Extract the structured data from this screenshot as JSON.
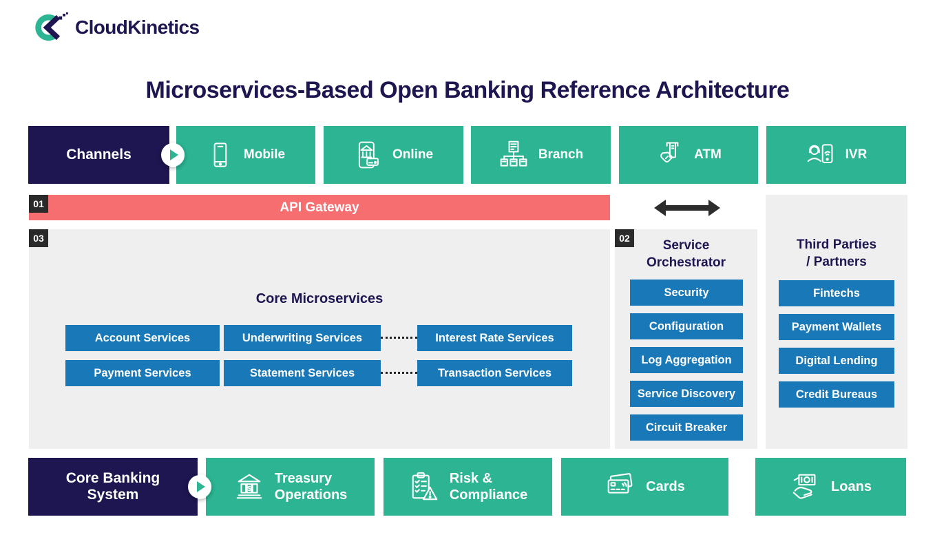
{
  "brand": {
    "name": "CloudKinetics"
  },
  "title": "Microservices-Based Open Banking Reference Architecture",
  "channels": {
    "label": "Channels",
    "items": [
      {
        "label": "Mobile",
        "icon": "smartphone-icon"
      },
      {
        "label": "Online",
        "icon": "online-banking-icon"
      },
      {
        "label": "Branch",
        "icon": "branch-network-icon"
      },
      {
        "label": "ATM",
        "icon": "atm-card-hand-icon"
      },
      {
        "label": "IVR",
        "icon": "ivr-agent-phone-icon"
      }
    ]
  },
  "api_gateway": {
    "badge": "01",
    "label": "API Gateway"
  },
  "orchestrator_arrow": {
    "icon": "double-arrow-icon"
  },
  "core_microservices": {
    "badge": "03",
    "title": "Core Microservices",
    "services": [
      "Account Services",
      "Underwriting Services",
      "Interest Rate Services",
      "Payment Services",
      "Statement Services",
      "Transaction Services"
    ]
  },
  "service_orchestrator": {
    "badge": "02",
    "title": "Service\nOrchestrator",
    "items": [
      "Security",
      "Configuration",
      "Log Aggregation",
      "Service Discovery",
      "Circuit Breaker"
    ]
  },
  "third_parties": {
    "title": "Third Parties\n/ Partners",
    "items": [
      "Fintechs",
      "Payment Wallets",
      "Digital Lending",
      "Credit Bureaus"
    ]
  },
  "core_banking": {
    "label": "Core Banking\nSystem",
    "items": [
      {
        "label": "Treasury\nOperations",
        "icon": "bank-building-icon"
      },
      {
        "label": "Risk &\nCompliance",
        "icon": "compliance-clipboard-icon"
      },
      {
        "label": "Cards",
        "icon": "credit-cards-icon"
      },
      {
        "label": "Loans",
        "icon": "loan-cash-hand-icon"
      }
    ]
  },
  "colors": {
    "navy": "#1d1650",
    "green": "#2db593",
    "coral": "#f76e71",
    "blue": "#1878b8",
    "panel_gray": "#efeff0",
    "badge_dark": "#2b2a2a",
    "arrow_black": "#2d2d2d"
  }
}
